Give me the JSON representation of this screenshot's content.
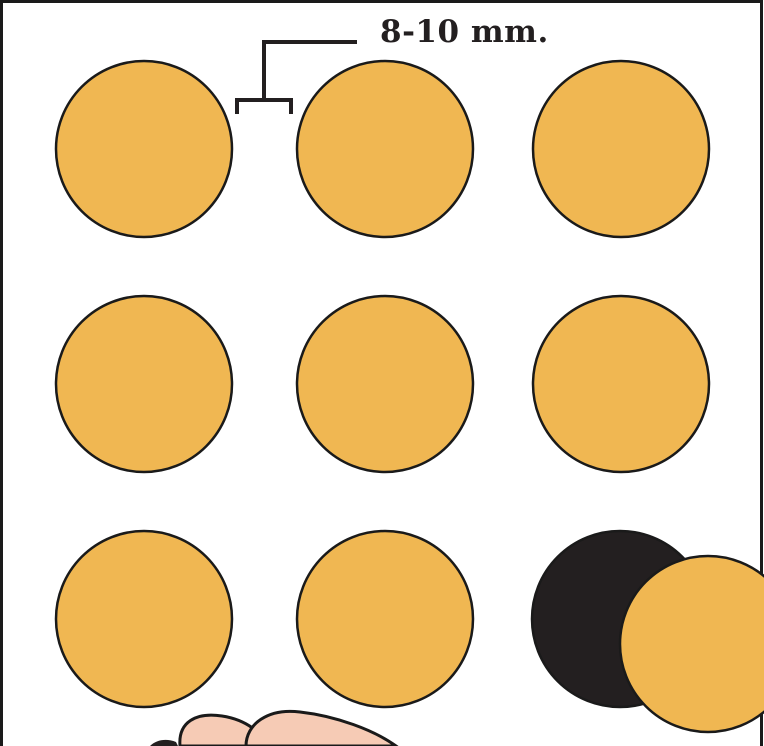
{
  "annotation": {
    "spacing_label": "8-10 mm."
  },
  "grid": {
    "rows": 3,
    "columns": 3
  },
  "colors": {
    "circle_fill": "#f0b752",
    "placed_circle_fill": "#231f20",
    "outline": "#1a1a1a",
    "hand_fill": "#f6cbb5",
    "background": "#ffffff"
  },
  "icons": {
    "hand": "hand-holding-disc-icon"
  }
}
